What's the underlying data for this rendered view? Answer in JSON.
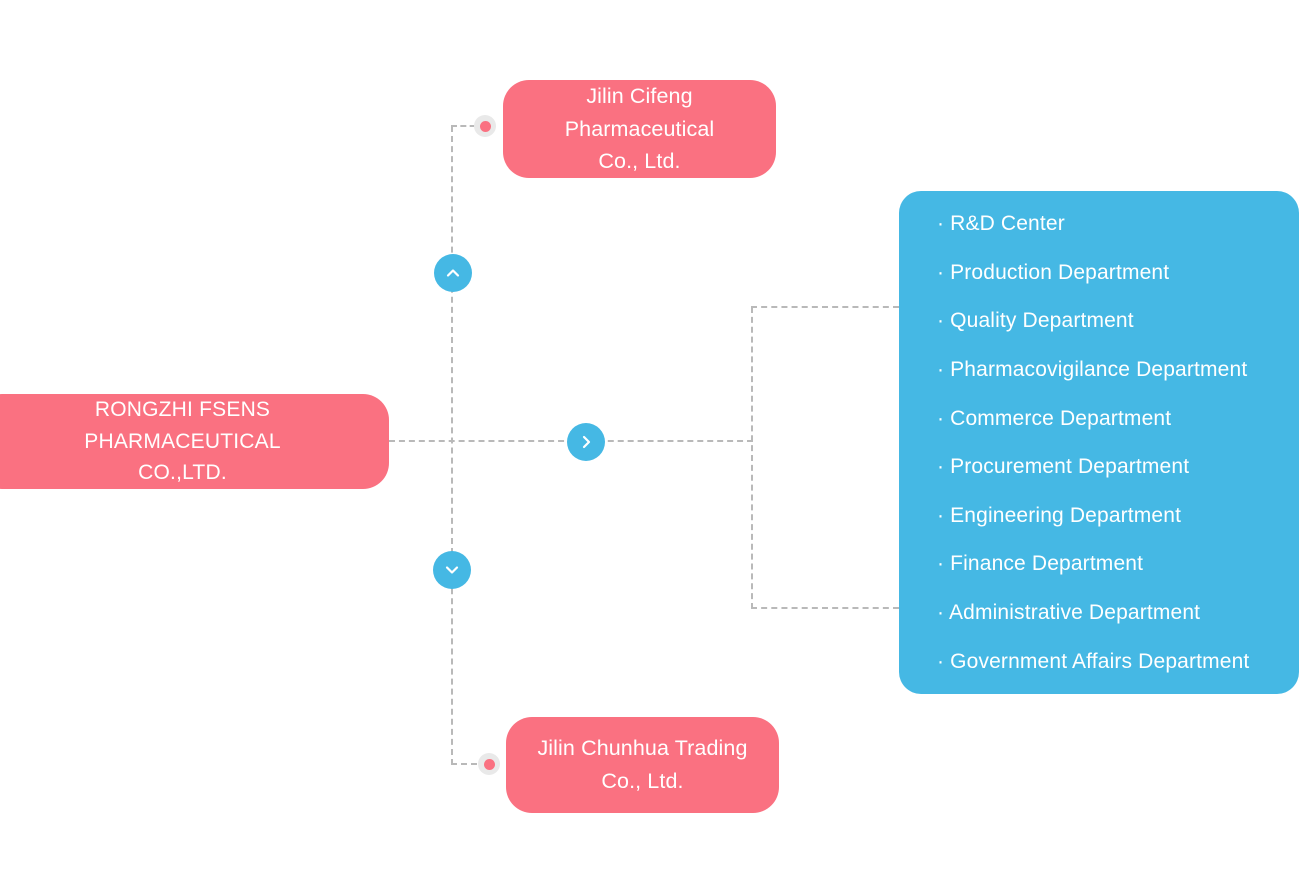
{
  "colors": {
    "coral": "#fa7181",
    "blue": "#45b8e4",
    "line": "#b9b9b9",
    "dot_ring": "#e9e9e9",
    "background": "#ffffff",
    "text_on_node": "#ffffff"
  },
  "root": {
    "label": "RONGZHI FSENS PHARMACEUTICAL CO.,LTD.",
    "line1": "RONGZHI FSENS PHARMACEUTICAL",
    "line2": "CO.,LTD."
  },
  "subsidiaries": [
    {
      "label": "Jilin Cifeng Pharmaceutical Co., Ltd.",
      "line1": "Jilin Cifeng Pharmaceutical",
      "line2": "Co., Ltd."
    },
    {
      "label": "Jilin Chunhua Trading Co., Ltd.",
      "line1": "Jilin Chunhua Trading",
      "line2": "Co., Ltd."
    }
  ],
  "departments": {
    "items": [
      "· R&D Center",
      "· Production Department",
      "· Quality Department",
      "· Pharmacovigilance Department",
      "· Commerce Department",
      "· Procurement Department",
      "· Engineering Department",
      "· Finance Department",
      "· Administrative Department",
      "· Government Affairs Department"
    ]
  },
  "controls": {
    "scroll_up": "chevron-up",
    "expand_right": "chevron-right",
    "scroll_down": "chevron-down"
  }
}
